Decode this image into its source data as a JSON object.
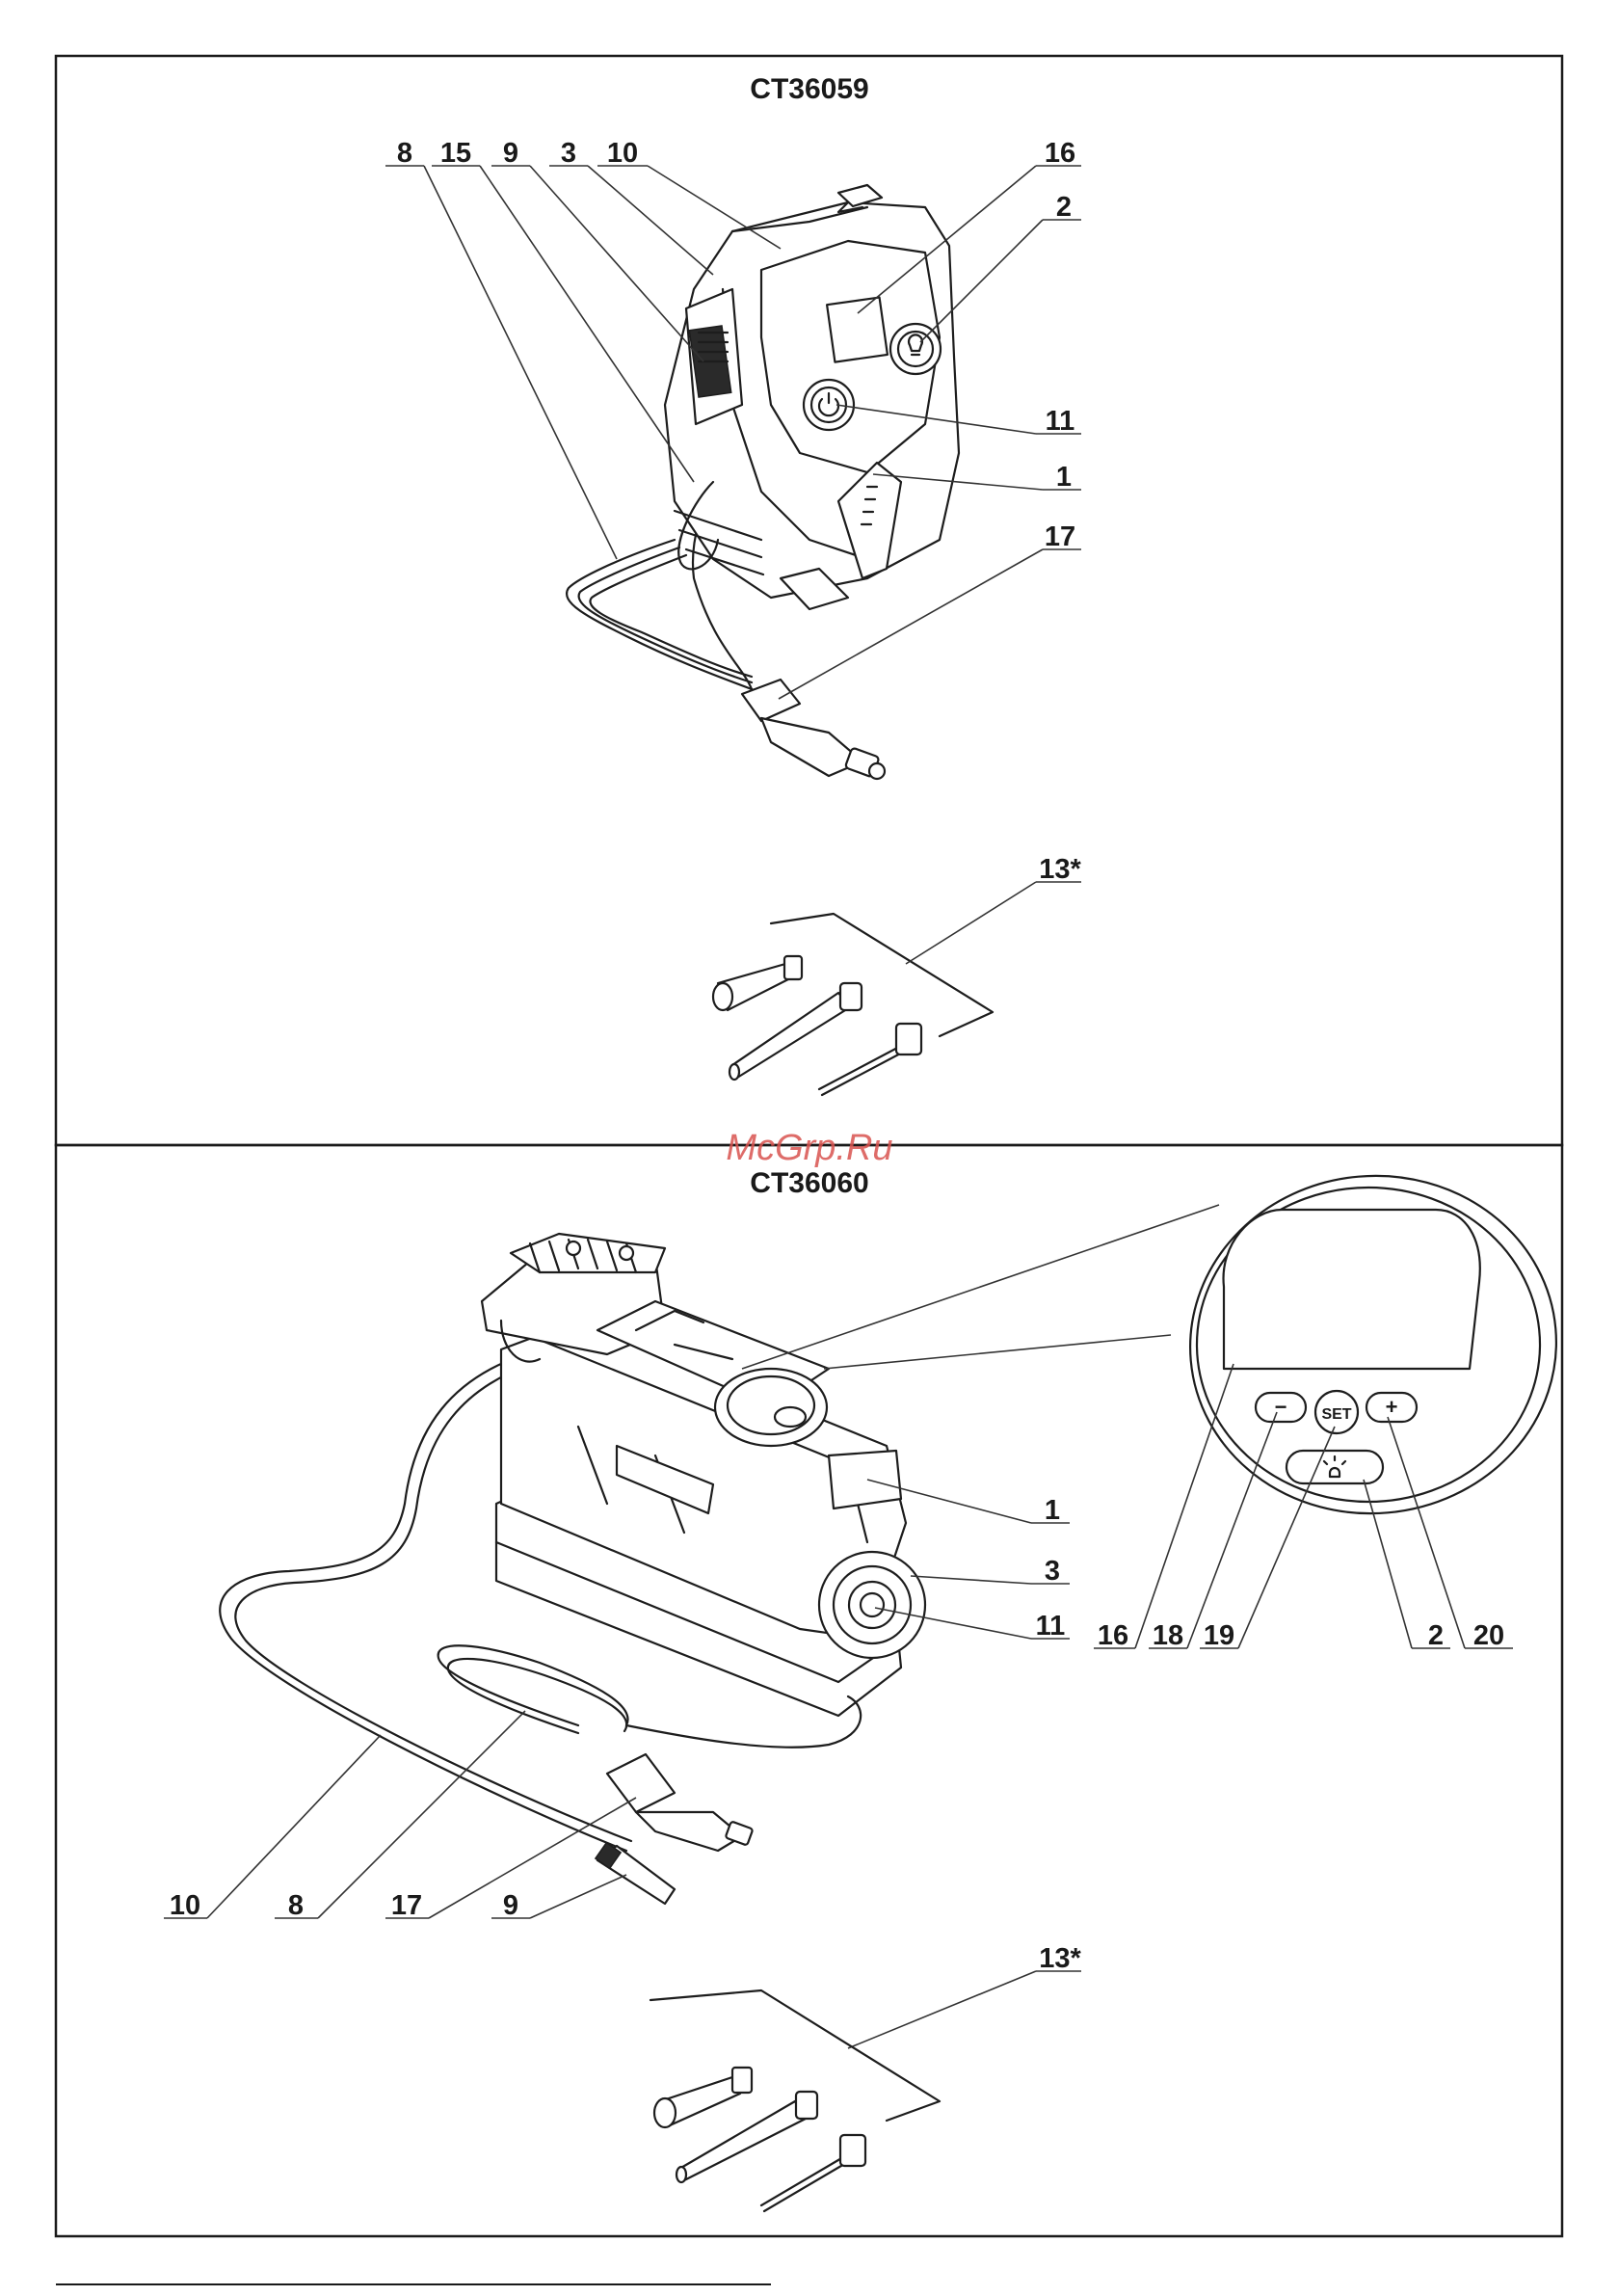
{
  "watermark": "McGrp.Ru",
  "panels": [
    {
      "title": "CT36059",
      "labels": {
        "l8": "8",
        "l15": "15",
        "l9": "9",
        "l3": "3",
        "l10": "10",
        "l16": "16",
        "l2": "2",
        "l11": "11",
        "l1": "1",
        "l17": "17",
        "l13": "13*"
      }
    },
    {
      "title": "CT36060",
      "labels": {
        "l1": "1",
        "l3": "3",
        "l11": "11",
        "l16": "16",
        "l18": "18",
        "l19": "19",
        "l2": "2",
        "l20": "20",
        "l10": "10",
        "l8": "8",
        "l17": "17",
        "l9": "9",
        "l13": "13*"
      },
      "display": {
        "set_label": "SET",
        "minus": "−",
        "plus": "+"
      }
    }
  ],
  "icons": [
    "power-icon",
    "light-bulb-icon",
    "lamp-icon"
  ]
}
